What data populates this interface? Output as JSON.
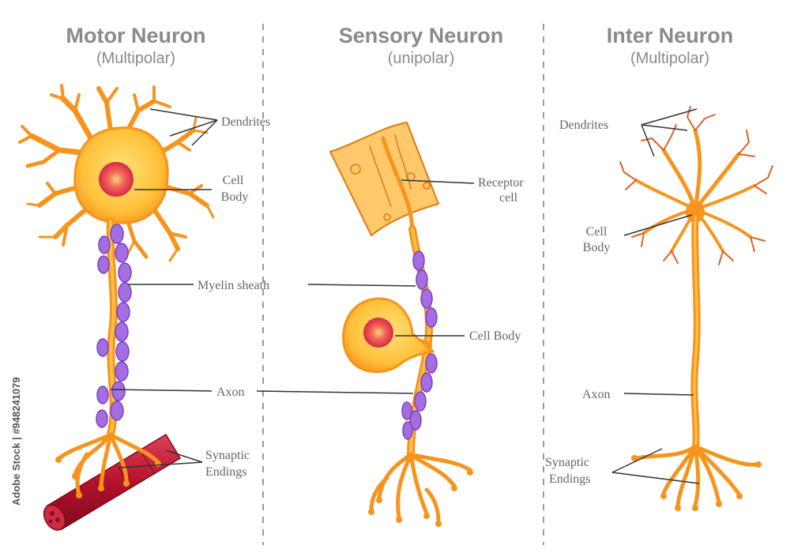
{
  "columns": [
    {
      "title": "Motor Neuron",
      "subtitle": "(Multipolar)"
    },
    {
      "title": "Sensory Neuron",
      "subtitle": "(unipolar)"
    },
    {
      "title": "Inter Neuron",
      "subtitle": "(Multipolar)"
    }
  ],
  "labels": {
    "motor_dendrites": "Dendrites",
    "motor_cell_body_1": "Cell",
    "motor_cell_body_2": "Body",
    "myelin_sheath": "Myelin sheath",
    "axon": "Axon",
    "synaptic_1": "Synaptic",
    "synaptic_2": "Endings",
    "receptor_1": "Receptor",
    "receptor_2": "cell",
    "sensory_cell_body": "Cell Body",
    "inter_dendrites": "Dendrites",
    "inter_cell_body_1": "Cell",
    "inter_cell_body_2": "Body",
    "inter_axon": "Axon",
    "inter_synaptic_1": "Synaptic",
    "inter_synaptic_2": "Endings"
  },
  "watermark": "Adobe Stock | #948241079",
  "colors": {
    "neuron": "#f7941d",
    "neuron_light": "#ffc04a",
    "nucleus": "#e8364f",
    "myelin": "#9b59d6",
    "muscle": "#b5122b",
    "text": "#8a8a8a",
    "divider": "#9a9a9a"
  }
}
